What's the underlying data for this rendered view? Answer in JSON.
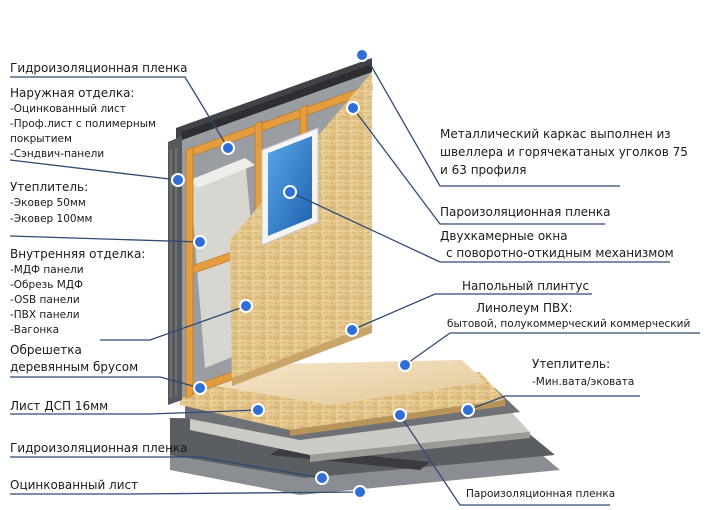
{
  "colors": {
    "leader": "#2f4a73",
    "marker_fill": "#2f6fd6",
    "marker_ring": "#ffffff",
    "osb": "#e6c98a",
    "insulation": "#cfcdc8",
    "frame": "#e09a3a",
    "window_glass": "#2f7fd0",
    "linoleum": "#eed9b4",
    "metal_dark": "#4a4d52"
  },
  "left_labels": {
    "waterproof_top": "Гидроизоляционная пленка",
    "exterior_title": "Наружная отделка:",
    "exterior_items": [
      "-Оцинкованный  лист",
      "-Проф.лист с полимерным",
      "покрытием",
      "-Сэндвич-панели"
    ],
    "insulation_title": "Утеплитель:",
    "insulation_items": [
      "-Эковер 50мм",
      "-Эковер 100мм"
    ],
    "interior_title": "Внутренняя отделка:",
    "interior_items": [
      "-МДФ панели",
      "-Обрезь МДФ",
      "-OSB панели",
      "-ПВХ панели",
      "-Вагонка"
    ],
    "batten_line1": "Обрешетка",
    "batten_line2": "деревянным брусом",
    "chipboard": "Лист ДСП 16мм",
    "waterproof_bottom": "Гидроизоляционная пленка",
    "galvanized_sheet": "Оцинкованный лист"
  },
  "right_labels": {
    "frame_line1": "Металлический каркас выполнен из",
    "frame_line2": "швеллера и горячекатаных уголков 75",
    "frame_line3": "и 63 профиля",
    "vapor_top": "Пароизоляционная пленка",
    "window_line1": "Двухкамерные окна",
    "window_line2": "с поворотно-откидным механизмом",
    "floor_plinth": "Напольный плинтус",
    "linoleum_title": "Линолеум ПВХ:",
    "linoleum_types": "бытовой, полукоммерческий коммерческий",
    "floor_insulation_title": "Утеплитель:",
    "floor_insulation_item": "-Мин.вата/эковата",
    "vapor_bottom": "Пароизоляционная пленка"
  }
}
